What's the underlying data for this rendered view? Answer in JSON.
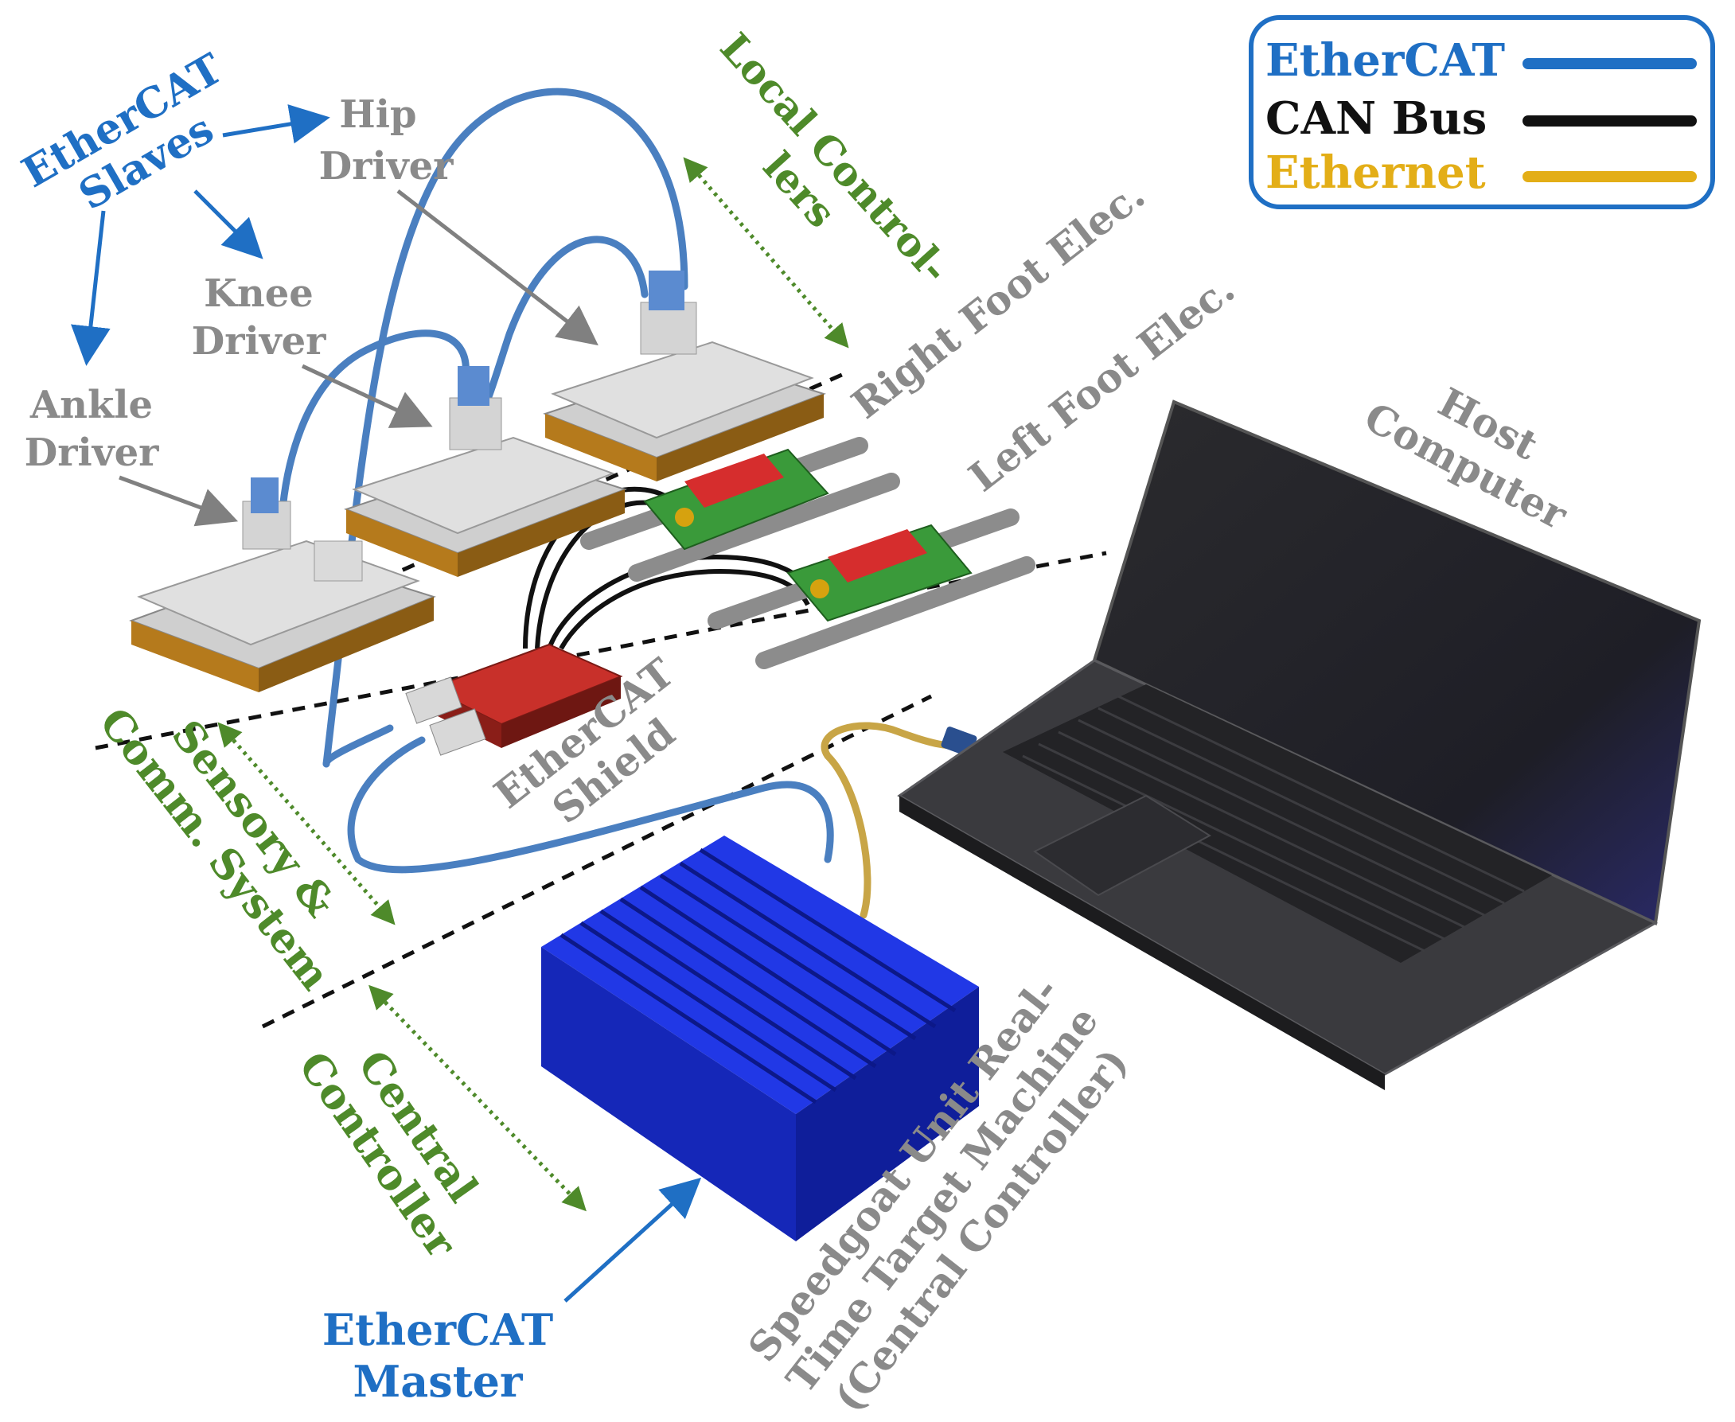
{
  "legend": {
    "items": [
      {
        "label": "EtherCAT",
        "color": "#1f6fc4"
      },
      {
        "label": "CAN Bus",
        "color": "#111111"
      },
      {
        "label": "Ethernet",
        "color": "#e3ae17"
      }
    ]
  },
  "labels": {
    "ethercat_slaves_1": "EtherCAT",
    "ethercat_slaves_2": "Slaves",
    "hip_1": "Hip",
    "hip_2": "Driver",
    "knee_1": "Knee",
    "knee_2": "Driver",
    "ankle_1": "Ankle",
    "ankle_2": "Driver",
    "local_1": "Local Control-",
    "local_2": "lers",
    "right_foot": "Right Foot Elec.",
    "left_foot": "Left Foot Elec.",
    "host_1": "Host",
    "host_2": "Computer",
    "shield_1": "EtherCAT",
    "shield_2": "Shield",
    "sensory_1": "Sensory &",
    "sensory_2": "Comm. System",
    "central_1": "Central",
    "central_2": "Controller",
    "speedgoat_1": "Speedgoat Unit Real-",
    "speedgoat_2": "Time Target Machine",
    "speedgoat_3": "(Central Controller)",
    "master_1": "EtherCAT",
    "master_2": "Master"
  },
  "colors": {
    "ethercat_blue": "#1f6fc4",
    "label_gray": "#8a8a8a",
    "section_green": "#4e8a2a",
    "heatsink_blue": "#1a2fd6"
  }
}
